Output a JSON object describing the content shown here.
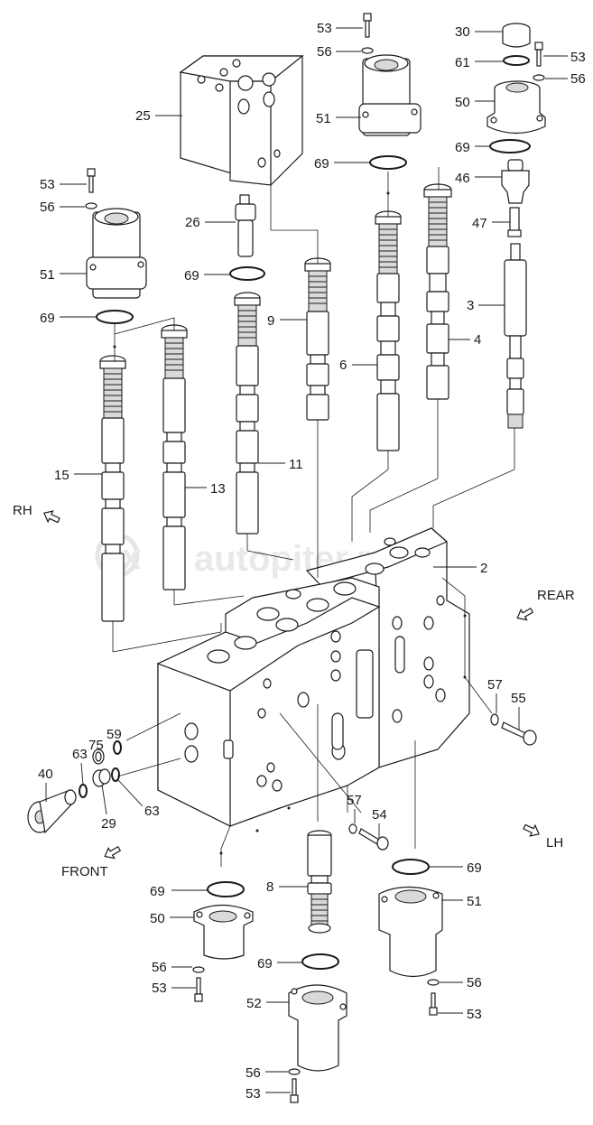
{
  "diagram": {
    "title": "Control valve exploded view",
    "watermark": "autopiter.ru",
    "directions": {
      "rh": "RH",
      "lh": "LH",
      "front": "FRONT",
      "rear": "REAR"
    },
    "labels": {
      "p25": "25",
      "p53_top": "53",
      "p56_top": "56",
      "p51_top": "51",
      "p69_top": "69",
      "p30": "30",
      "p61": "61",
      "p53_tr": "53",
      "p56_tr": "56",
      "p50_tr": "50",
      "p69_tr": "69",
      "p46": "46",
      "p47": "47",
      "p3": "3",
      "p4": "4",
      "p53_l": "53",
      "p56_l": "56",
      "p51_l": "51",
      "p69_l": "69",
      "p26": "26",
      "p69_m": "69",
      "p9": "9",
      "p6": "6",
      "p11": "11",
      "p13": "13",
      "p15": "15",
      "p2": "2",
      "p57_r": "57",
      "p55": "55",
      "p59": "59",
      "p75": "75",
      "p63_a": "63",
      "p40": "40",
      "p29": "29",
      "p63_b": "63",
      "p57_b": "57",
      "p54": "54",
      "p69_bl": "69",
      "p50_bl": "50",
      "p56_bl": "56",
      "p53_bl": "53",
      "p8": "8",
      "p69_bm": "69",
      "p52": "52",
      "p56_bm": "56",
      "p53_bm": "53",
      "p69_br": "69",
      "p51_br": "51",
      "p56_br": "56",
      "p53_br": "53"
    }
  }
}
